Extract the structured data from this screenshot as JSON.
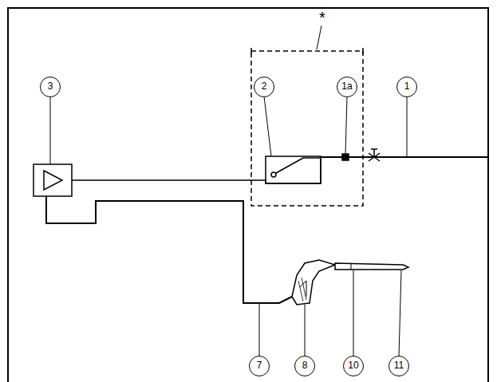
{
  "diagram": {
    "labels": [
      "3",
      "2",
      "1a",
      "1",
      "*",
      "7",
      "8",
      "10",
      "11"
    ]
  }
}
